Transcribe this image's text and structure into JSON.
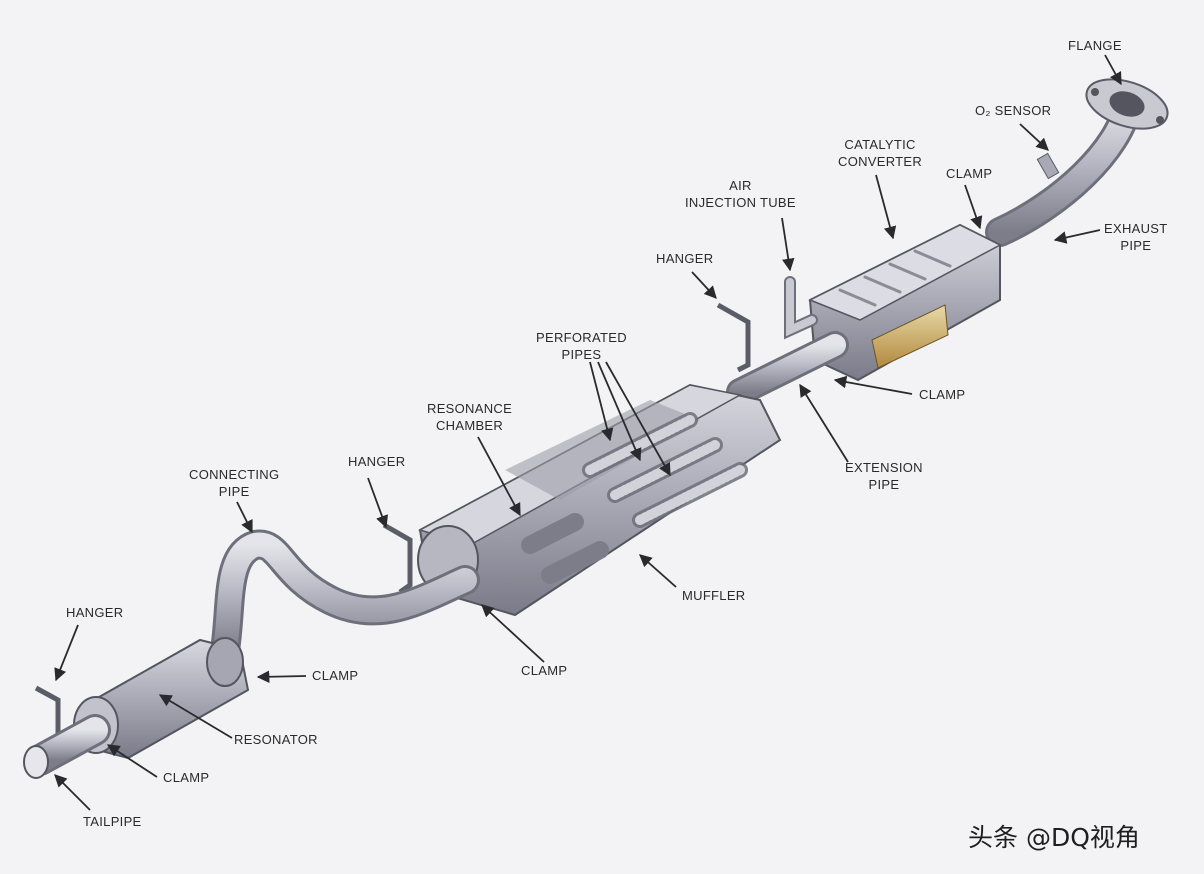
{
  "labels": {
    "flange": "FLANGE",
    "o2_sensor": "O₂ SENSOR",
    "catalytic_converter": [
      "CATALYTIC",
      "CONVERTER"
    ],
    "clamp_cat": "CLAMP",
    "exhaust_pipe": [
      "EXHAUST",
      "PIPE"
    ],
    "air_injection_tube": [
      "AIR",
      "INJECTION TUBE"
    ],
    "hanger_top": "HANGER",
    "clamp_extension": "CLAMP",
    "perforated_pipes": [
      "PERFORATED",
      "PIPES"
    ],
    "extension_pipe": [
      "EXTENSION",
      "PIPE"
    ],
    "resonance_chamber": [
      "RESONANCE",
      "CHAMBER"
    ],
    "hanger_mid": "HANGER",
    "connecting_pipe": [
      "CONNECTING",
      "PIPE"
    ],
    "muffler": "MUFFLER",
    "clamp_muffler": "CLAMP",
    "hanger_left": "HANGER",
    "clamp_connect": "CLAMP",
    "resonator": "RESONATOR",
    "clamp_tail": "CLAMP",
    "tailpipe": "TAILPIPE"
  },
  "watermark": "头条 @DQ视角",
  "colors": {
    "background": "#f3f3f5",
    "metal": "#b9b9c4",
    "metal_dark": "#8c8c98",
    "catalyst": "#c8a25a",
    "text": "#2a2a2e"
  }
}
